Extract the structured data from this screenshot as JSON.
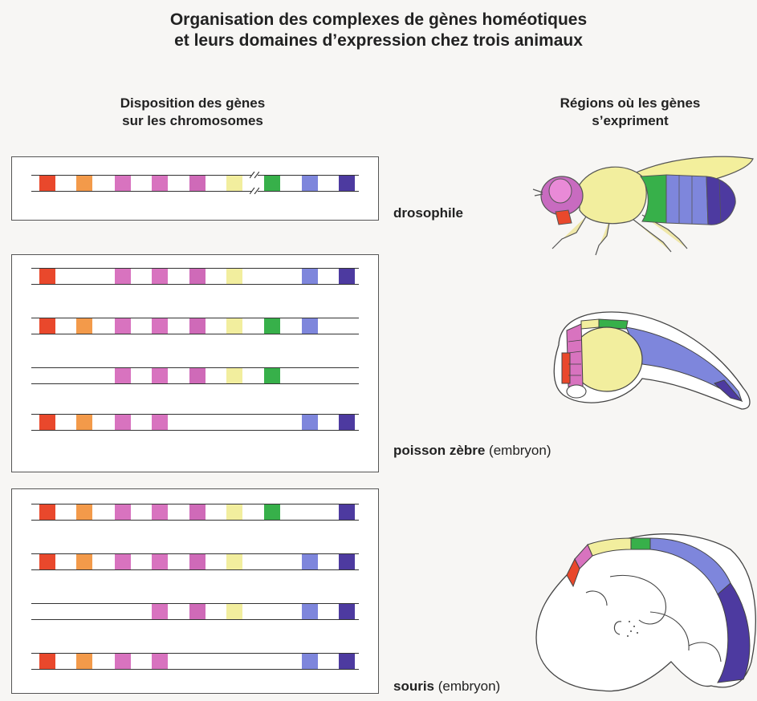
{
  "title": {
    "line1": "Organisation des complexes de gènes homéotiques",
    "line2": "et leurs domaines d’expression chez trois animaux"
  },
  "headers": {
    "left_line1": "Disposition des gènes",
    "left_line2": "sur les chromosomes",
    "right_line1": "Régions où les gènes",
    "right_line2": "s’expriment"
  },
  "gene_colors": [
    "#e9482c",
    "#f39a4a",
    "#d873bf",
    "#d873bf",
    "#cf6ab8",
    "#f2ee9e",
    "#37b04a",
    "#7e86dc",
    "#4d3aa0"
  ],
  "animals": [
    {
      "name": "drosophile",
      "suffix": "",
      "chromosomes": [
        {
          "genes": [
            1,
            1,
            1,
            1,
            1,
            1,
            1,
            1,
            1
          ],
          "break_after_slot": 6
        }
      ]
    },
    {
      "name": "poisson zèbre",
      "suffix": " (embryon)",
      "chromosomes": [
        {
          "genes": [
            1,
            0,
            1,
            1,
            1,
            1,
            0,
            1,
            1
          ]
        },
        {
          "genes": [
            1,
            1,
            1,
            1,
            1,
            1,
            1,
            1,
            0
          ]
        },
        {
          "genes": [
            0,
            0,
            1,
            1,
            1,
            1,
            1,
            0,
            0
          ]
        },
        {
          "genes": [
            1,
            1,
            1,
            1,
            0,
            0,
            0,
            1,
            1
          ]
        }
      ]
    },
    {
      "name": "souris",
      "suffix": " (embryon)",
      "chromosomes": [
        {
          "genes": [
            1,
            1,
            1,
            1,
            1,
            1,
            1,
            0,
            1
          ]
        },
        {
          "genes": [
            1,
            1,
            1,
            1,
            1,
            1,
            0,
            1,
            1
          ]
        },
        {
          "genes": [
            0,
            0,
            0,
            1,
            1,
            1,
            0,
            1,
            1
          ]
        },
        {
          "genes": [
            1,
            1,
            1,
            1,
            0,
            0,
            0,
            1,
            1
          ]
        }
      ]
    }
  ]
}
